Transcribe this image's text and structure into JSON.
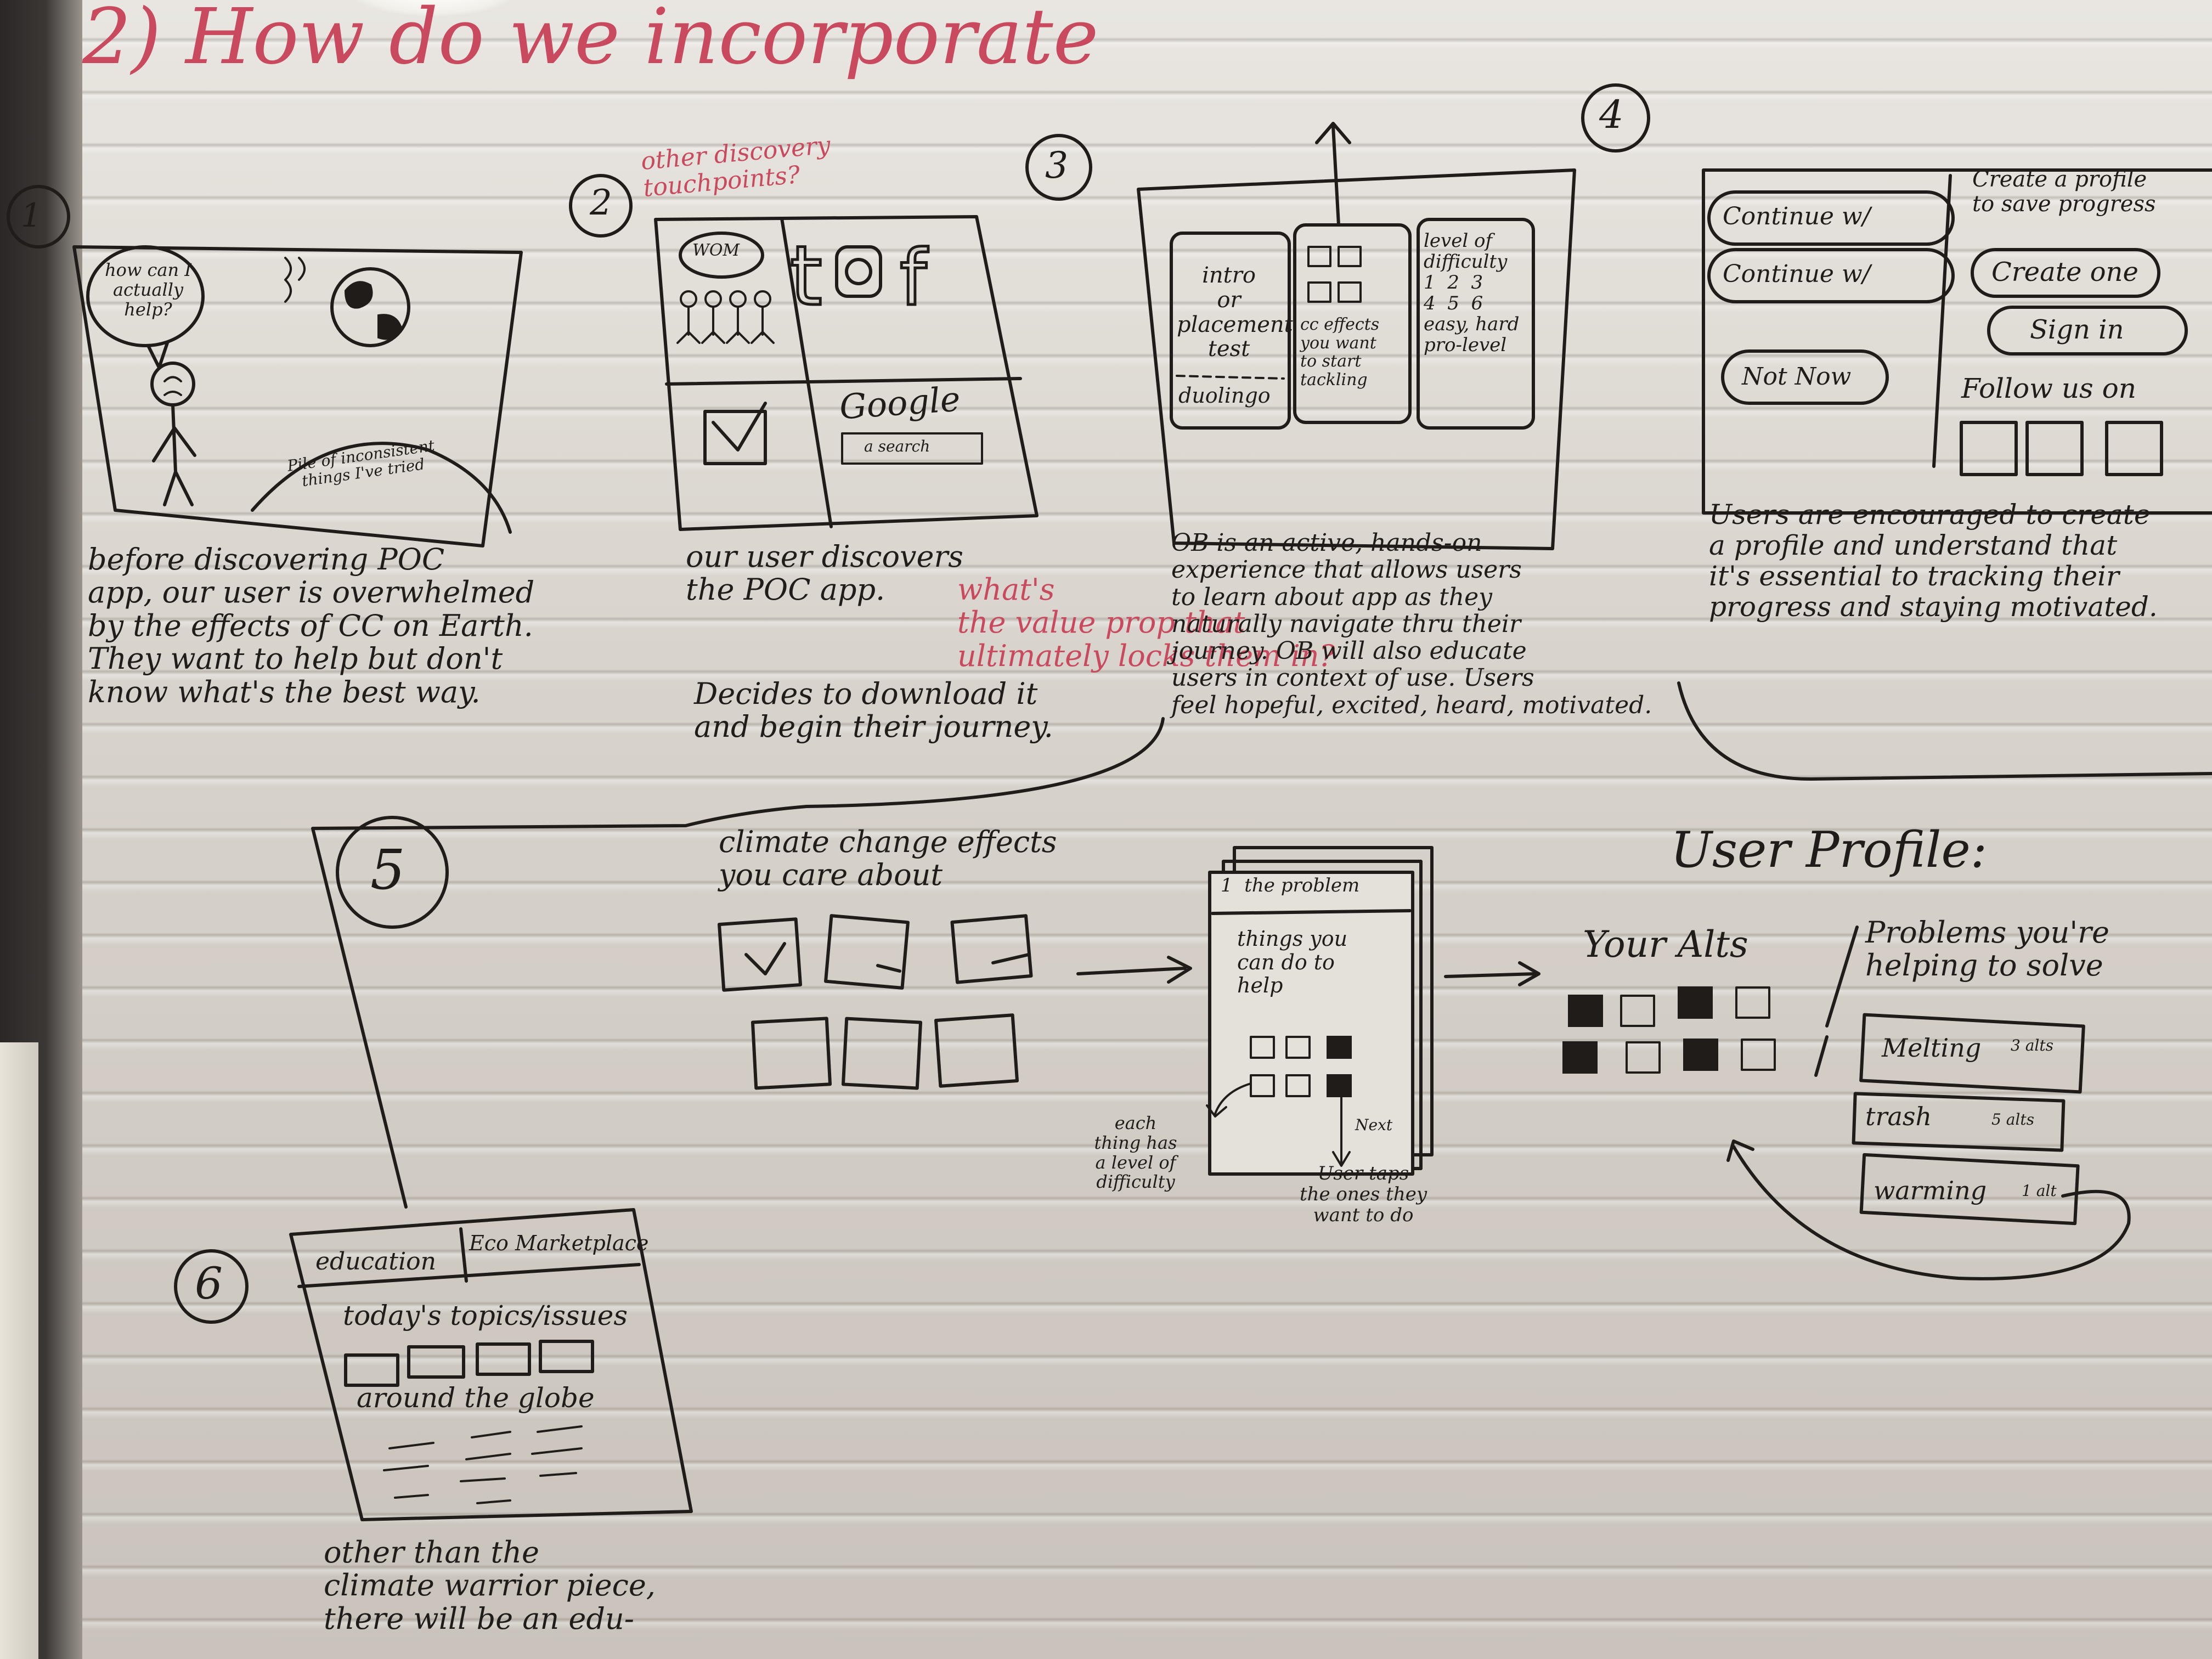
{
  "header": {
    "title": "2) How do we incorporate"
  },
  "steps": [
    {
      "number": "1",
      "speech_bubble": "how can I actually help?",
      "hill_label": "Pile of inconsistent things I've tried",
      "caption": "before discovering POC\napp, our user is overwhelmed\nby the effects of CC on Earth.\nThey want to help but don't\nknow what's the best way."
    },
    {
      "number": "2",
      "note": "other discovery\ntouchpoints?",
      "panel_labels": [
        "WOM",
        "Google",
        "a search"
      ],
      "caption_before": "our user discovers\nthe POC app.",
      "caption_question": "what's\nthe value prop that\nultimately locks them in?",
      "caption_after": "Decides to download it\nand begin their journey."
    },
    {
      "number": "3",
      "panel_intro": "intro\nor\nplacement\ntest",
      "panel_intro_sub": "duolingo",
      "panel_effects": "cc effects\nyou want\nto start\ntackling",
      "panel_difficulty": "level of\ndifficulty\n1  2  3\n4  5  6\neasy, hard\npro-level",
      "caption": "OB is an active, hands-on\nexperience that allows users\nto learn about app as they\nnaturally navigate thru their\njourney. OB will also educate\nusers in context of use. Users\nfeel hopeful, excited, heard, motivated."
    },
    {
      "number": "4",
      "buttons": [
        "Continue w/",
        "Continue w/",
        "Not Now"
      ],
      "right_title": "Create a profile\nto save progress",
      "right_buttons": [
        "Create one",
        "Sign in"
      ],
      "follow_label": "Follow us on",
      "caption": "Users are encouraged to create\na profile and understand that\nit's essential to tracking their\nprogress and staying motivated."
    },
    {
      "number": "5",
      "effects_title": "climate change effects\nyou care about",
      "stack_header": "1  the problem",
      "stack_body": "things you\ncan do to\nhelp",
      "stack_next": "Next",
      "note_difficulty": "each\nthing has\na level of\ndifficulty",
      "note_taps": "User taps\nthe ones they\nwant to do",
      "profile_title": "User Profile:",
      "alts_label": "Your Alts",
      "problems_label": "Problems you're\nhelping to solve",
      "problems": [
        {
          "name": "Melting",
          "badge": "3 alts"
        },
        {
          "name": "trash",
          "badge": "5 alts"
        },
        {
          "name": "warming",
          "badge": "1 alt"
        }
      ]
    },
    {
      "number": "6",
      "tabs": [
        "education",
        "Eco Marketplace"
      ],
      "topics_label": "today's topics/issues",
      "globe_label": "around the globe",
      "caption": "other than the\nclimate warrior piece,\nthere will be an edu-"
    }
  ]
}
